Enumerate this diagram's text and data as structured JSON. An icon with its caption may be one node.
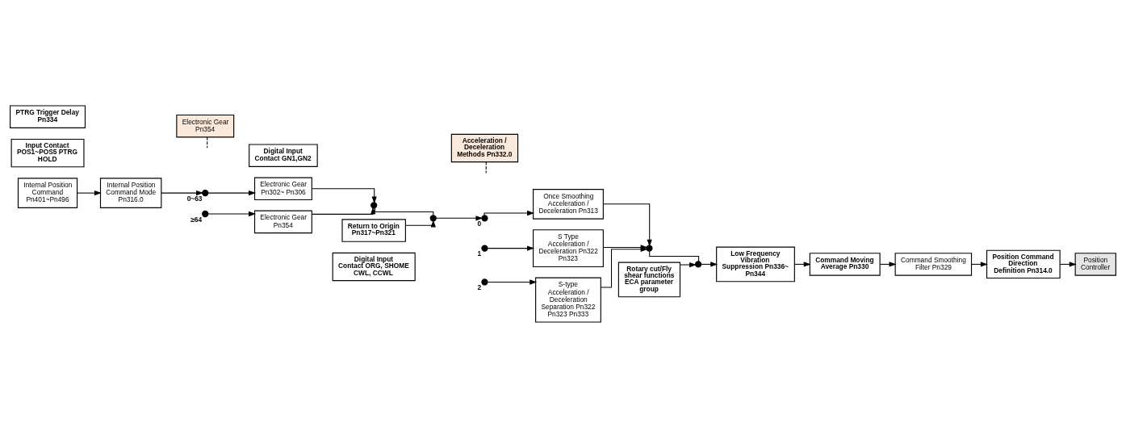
{
  "diagram": {
    "nodes": [
      {
        "text": [
          "PTRG Trigger Delay Pn334"
        ]
      },
      {
        "text": [
          "Input Contact POS1~POS5 PTRG HOLD"
        ]
      },
      {
        "text": [
          "Internal Position Command Pn401~Pn496"
        ]
      },
      {
        "text": [
          "Internal Position Command Mode Pn316.0"
        ]
      },
      {
        "text": [
          "Electronic Gear Pn354"
        ]
      },
      {
        "text": [],
        "shape": "circle",
        "beside": [
          "0~63"
        ]
      },
      {
        "text": [],
        "shape": "circle",
        "beside": [
          "≥64"
        ]
      },
      {
        "text": [
          "Digital Input Contact GN1,GN2"
        ]
      },
      {
        "text": [
          "Electronic Gear Pn302~ Pn306"
        ]
      },
      {
        "text": [
          "Electronic Gear Pn354"
        ]
      },
      {
        "text": [],
        "shape": "circle"
      },
      {
        "text": [],
        "shape": "circle"
      },
      {
        "text": [
          "Return to Origin Pn317~Pn321"
        ]
      },
      {
        "text": [
          "Digital Input Contact ORG, SHOME CWL, CCWL"
        ]
      },
      {
        "text": [
          "Acceleration / Deceleration Methods Pn332.0"
        ]
      },
      {
        "text": [],
        "shape": "circle",
        "beside": [
          "0"
        ]
      },
      {
        "text": [],
        "shape": "circle",
        "beside": [
          "1"
        ]
      },
      {
        "text": [],
        "shape": "circle",
        "beside": [
          "2"
        ]
      },
      {
        "text": [
          "Once Smoothing Acceleration / Deceleration Pn313"
        ]
      },
      {
        "text": [
          "S Type Acceleration / Deceleration Pn322 Pn323"
        ]
      },
      {
        "text": [
          "S-type Acceleration / Deceleration Separation Pn322 Pn323 Pn333"
        ]
      },
      {
        "text": [
          "Rotary cut/Fly shear functions ECA parameter group"
        ]
      },
      {
        "text": [],
        "shape": "circle"
      },
      {
        "text": [],
        "shape": "circle"
      },
      {
        "text": [
          "Low Frequency Vibration Suppression Pn336~ Pn344"
        ]
      },
      {
        "text": [
          "Command Moving Average Pn330"
        ]
      },
      {
        "text": [
          "Command Smoothing Filter Pn329"
        ]
      },
      {
        "text": [
          "Position Command Direction Definition Pn314.0"
        ]
      },
      {
        "text": [
          "Position Controller"
        ]
      }
    ],
    "edges": [
      {
        "from": 2,
        "to": 3,
        "arrow": "to"
      },
      {
        "from": 3,
        "to": 5,
        "arrow": "to"
      },
      {
        "from": 5,
        "to": 8,
        "arrow": "to"
      },
      {
        "from": 6,
        "to": 9,
        "arrow": "to"
      },
      {
        "from": 4,
        "to": null,
        "arrow": "none",
        "style": "dashed"
      },
      {
        "from": 8,
        "to": 10,
        "arrow": "to"
      },
      {
        "from": 9,
        "to": 10,
        "arrow": "to"
      },
      {
        "from": 10,
        "to": 11,
        "arrow": "none"
      },
      {
        "from": 12,
        "to": 11,
        "arrow": "to"
      },
      {
        "from": 11,
        "to": 15,
        "arrow": "to"
      },
      {
        "from": 14,
        "to": null,
        "arrow": "none",
        "style": "dashed"
      },
      {
        "from": 15,
        "to": 18,
        "arrow": "to"
      },
      {
        "from": 16,
        "to": 19,
        "arrow": "to"
      },
      {
        "from": 17,
        "to": 20,
        "arrow": "to"
      },
      {
        "from": 18,
        "to": 22,
        "arrow": "to"
      },
      {
        "from": 19,
        "to": 22,
        "arrow": "to"
      },
      {
        "from": 20,
        "to": 22,
        "arrow": "to"
      },
      {
        "from": 22,
        "to": 23,
        "arrow": "none"
      },
      {
        "from": 21,
        "to": 23,
        "arrow": "to"
      },
      {
        "from": 23,
        "to": 24,
        "arrow": "to"
      },
      {
        "from": 24,
        "to": 25,
        "arrow": "to"
      },
      {
        "from": 25,
        "to": 26,
        "arrow": "to"
      },
      {
        "from": 26,
        "to": 27,
        "arrow": "to"
      },
      {
        "from": 27,
        "to": 28,
        "arrow": "to"
      }
    ]
  }
}
